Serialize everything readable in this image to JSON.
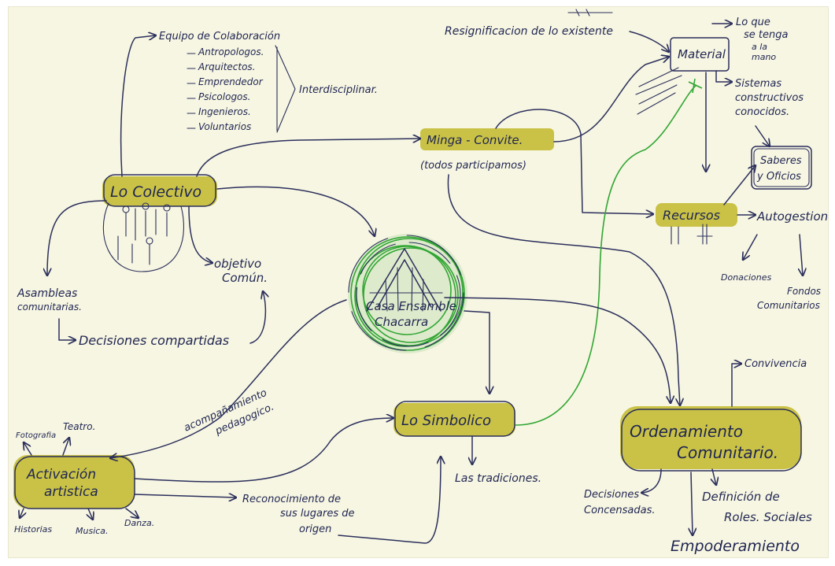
{
  "colors": {
    "paper": "#f7f6e2",
    "ink": "#2b2f5c",
    "highlight": "#c4bd38",
    "green": "#31a634"
  },
  "center": {
    "line1": "Casa Ensamble",
    "line2": "Chacarra"
  },
  "colectivo": {
    "label": "Lo Colectivo",
    "equipo_title": "Equipo de Colaboración",
    "equipo_items": [
      "Antropologos.",
      "Arquitectos.",
      "Emprendedor",
      "Psicologos.",
      "Ingenieros.",
      "Voluntarios"
    ],
    "interdisciplinar": "Interdisciplinar.",
    "asambleas_1": "Asambleas",
    "asambleas_2": "comunitarias.",
    "objetivo_1": "objetivo",
    "objetivo_2": "Común.",
    "decisiones": "Decisiones compartidas"
  },
  "minga": {
    "label": "Minga - Convite.",
    "sub": "(todos participamos)",
    "resignificacion": "Resignificacion de lo existente"
  },
  "material": {
    "label": "Material",
    "tener_1": "Lo que",
    "tener_2": "se tenga",
    "tener_3": "a la",
    "tener_4": "mano",
    "sistemas_1": "Sistemas",
    "sistemas_2": "constructivos",
    "sistemas_3": "conocidos."
  },
  "saberes": {
    "line1": "Saberes",
    "line2": "y Oficios"
  },
  "recursos": {
    "label": "Recursos",
    "autogestion": "Autogestion",
    "donaciones": "Donaciones",
    "fondos_1": "Fondos",
    "fondos_2": "Comunitarios"
  },
  "simbolico": {
    "label": "Lo Simbolico",
    "tradiciones": "Las tradiciones.",
    "acompanamiento_1": "acompañamiento",
    "acompanamiento_2": "pedagogico."
  },
  "activacion": {
    "label_1": "Activación",
    "label_2": "artistica",
    "fotografia": "Fotografia",
    "teatro": "Teatro.",
    "historias": "Historias",
    "musica": "Musica.",
    "danza": "Danza.",
    "reconocimiento_1": "Reconocimiento de",
    "reconocimiento_2": "sus lugares de",
    "reconocimiento_3": "origen"
  },
  "ordenamiento": {
    "label_1": "Ordenamiento",
    "label_2": "Comunitario.",
    "convivencia": "Convivencia",
    "decisiones_1": "Decisiones",
    "decisiones_2": "Concensadas.",
    "definicion_1": "Definición de",
    "definicion_2": "Roles. Sociales",
    "empoderamiento": "Empoderamiento"
  }
}
